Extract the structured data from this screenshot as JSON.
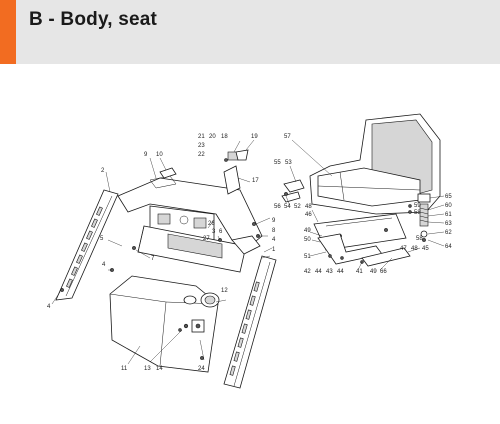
{
  "header": {
    "title": "B - Body, seat",
    "accent_color": "#f26c21",
    "background_color": "#e6e6e6"
  },
  "labels": {
    "l1": "1",
    "l2": "2",
    "l3": "3",
    "l4a": "4",
    "l4b": "4",
    "l4c": "4",
    "l5": "5",
    "l6": "6",
    "l7": "7",
    "l8": "8",
    "l9a": "9",
    "l9b": "9",
    "l10": "10",
    "l11": "11",
    "l12": "12",
    "l13": "13",
    "l14": "14",
    "l17": "17",
    "l18": "18",
    "l19": "19",
    "l20": "20",
    "l21": "21",
    "l22": "22",
    "l23": "23",
    "l24": "24",
    "l26": "26",
    "l27": "27",
    "l41": "41",
    "l42": "42",
    "l43": "43",
    "l44a": "44",
    "l44b": "44",
    "l45": "45",
    "l46": "46",
    "l47": "47",
    "l48a": "48",
    "l48b": "48",
    "l49a": "49",
    "l49b": "49",
    "l50": "50",
    "l51": "51",
    "l52": "52",
    "l53": "53",
    "l54": "54",
    "l55": "55",
    "l56": "56",
    "l57": "57",
    "l58a": "58",
    "l58b": "58",
    "l59": "59",
    "l60": "60",
    "l61": "61",
    "l62": "62",
    "l63": "63",
    "l64": "64",
    "l65": "65",
    "l66": "66"
  }
}
